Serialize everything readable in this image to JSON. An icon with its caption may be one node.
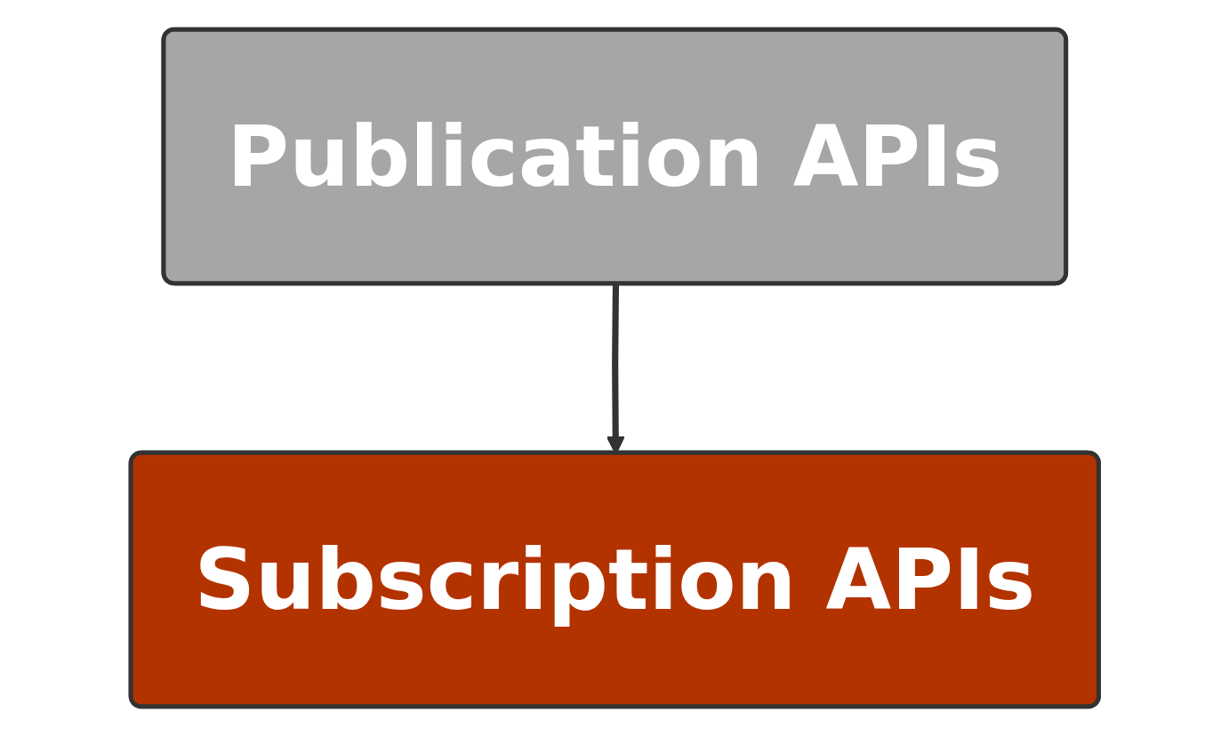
{
  "diagram": {
    "nodes": [
      {
        "text": [
          "Publication APIs"
        ]
      },
      {
        "text": [
          "Subscription APIs"
        ]
      }
    ],
    "edges": [
      {
        "from": 0,
        "to": 1,
        "arrow": "to"
      }
    ]
  }
}
